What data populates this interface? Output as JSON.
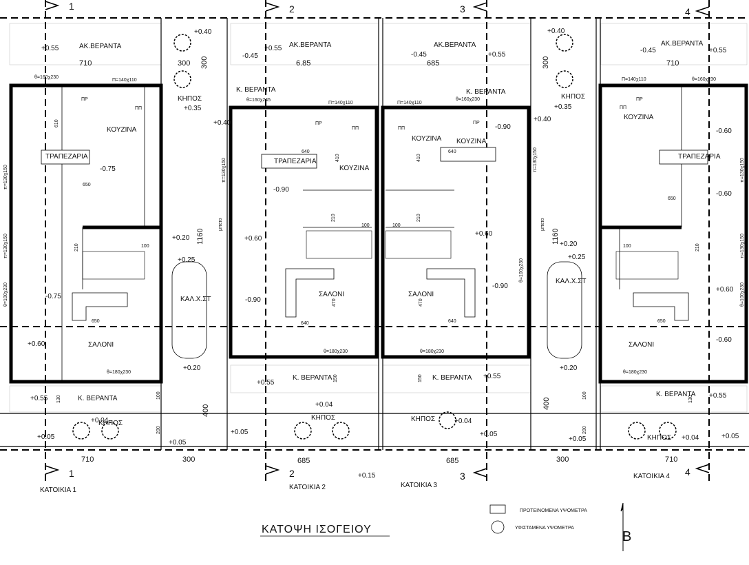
{
  "title": "ΚΑΤΟΨΗ ΙΣΟΓΕΙΟΥ",
  "houses": [
    "ΚΑΤΟΙΚΙΑ 1",
    "ΚΑΤΟΙΚΙΑ 2",
    "ΚΑΤΟΙΚΙΑ 3",
    "ΚΑΤΟΙΚΙΑ 4"
  ],
  "legend": {
    "proposed": "ΠΡΟΤΕΙΝΟΜΕΝΑ ΥΨΟΜΕΤΡΑ",
    "existing": "ΥΦΙΣΤΑΜΕΝΑ ΥΨΟΜΕΤΡΑ"
  },
  "north_label": "B",
  "section_marks": [
    "1",
    "2",
    "3",
    "4"
  ],
  "rooms": {
    "ak_veranta": "ΑΚ.ΒΕΡΑΝΤΑ",
    "k_veranta": "Κ. ΒΕΡΑΝΤΑ",
    "kouzina": "ΚΟΥΖΙΝΑ",
    "trapezaria": "ΤΡΑΠΕΖΑΡΙΑ",
    "saloni": "ΣΑΛΟΝΙ",
    "kipos": "ΚΗΠΟΣ",
    "kal_xst": "ΚΑΛ.Χ.ΣΤ"
  },
  "dimensions": {
    "d710": "710",
    "d685": "685",
    "d6_85": "6.85",
    "d300": "300",
    "d400": "400",
    "d1160": "1160",
    "d650": "650",
    "d640": "640",
    "d610": "610",
    "d410": "410",
    "d210": "210",
    "d100": "100",
    "d200": "200",
    "d150": "150",
    "d130": "130",
    "d470": "470"
  },
  "openings": {
    "w160x230": "θ=160χ230",
    "w160x245": "θ=160χ245",
    "w180x230": "θ=180χ230",
    "p140x110": "Π=140χ110",
    "p130x150": "π=130χ150",
    "w100x230": "θ=100χ230",
    "pr": "ΠΡ",
    "pp": "ΠΠ",
    "mpeto": "μπετο"
  },
  "levels": {
    "p055": "+0.55",
    "m045": "-0.45",
    "p040": "+0.40",
    "p035": "+0.35",
    "m075": "-0.75",
    "p060": "+0.60",
    "p020": "+0.20",
    "p025": "+0.25",
    "m090": "-0.90",
    "p004": "+0.04",
    "p005": "+0.05",
    "p015": "+0.15",
    "m060": "-0.60"
  }
}
